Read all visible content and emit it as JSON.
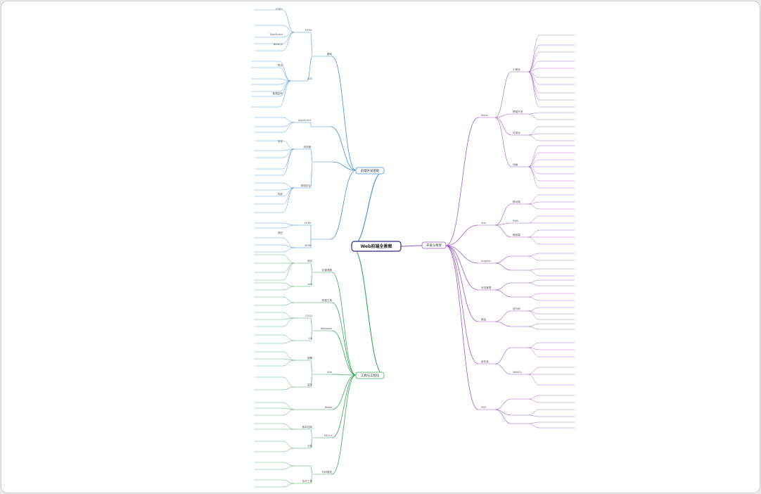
{
  "root": {
    "label": "Web前端全景图",
    "color": "#1a1a66"
  },
  "colors": {
    "blue": "#3d8fd8",
    "purple": "#9b5cc4",
    "green": "#3aa758",
    "root_border": "#2a2a80"
  },
  "branches": {
    "top_left": {
      "label": "前端开发基础"
    },
    "bottom_left": {
      "label": "工具与工程化"
    },
    "right": {
      "label": "开发与框架"
    }
  },
  "nodes": {
    "tl": [
      {
        "label": "基础"
      },
      {
        "label": "HTML"
      },
      {
        "label": "CSS"
      },
      {
        "label": "JavaScript"
      },
      {
        "label": "浏览器"
      },
      {
        "label": "网络协议"
      },
      {
        "label": "DOM"
      },
      {
        "label": "BOM"
      },
      {
        "label": "ES6+"
      },
      {
        "label": "TypeScript"
      },
      {
        "label": "Node.js"
      },
      {
        "label": "算法"
      },
      {
        "label": "数据结构"
      },
      {
        "label": "安全"
      },
      {
        "label": "性能"
      },
      {
        "label": "调试"
      }
    ],
    "bl": [
      {
        "label": "包管理器"
      },
      {
        "label": "构建工具"
      },
      {
        "label": "Webpack"
      },
      {
        "label": "Vite"
      },
      {
        "label": "Babel"
      },
      {
        "label": "ESLint"
      },
      {
        "label": "代码规范"
      },
      {
        "label": "测试"
      },
      {
        "label": "Jest"
      },
      {
        "label": "CI/CD"
      },
      {
        "label": "Git"
      },
      {
        "label": "部署"
      },
      {
        "label": "监控"
      },
      {
        "label": "版本控制"
      },
      {
        "label": "文档"
      },
      {
        "label": "协作工具"
      }
    ],
    "rt": [
      {
        "label": "React"
      },
      {
        "label": "Vue"
      },
      {
        "label": "Angular"
      },
      {
        "label": "状态管理"
      },
      {
        "label": "路由"
      },
      {
        "label": "组件库"
      },
      {
        "label": "SSR"
      },
      {
        "label": "小程序"
      },
      {
        "label": "跨端开发"
      },
      {
        "label": "可视化"
      },
      {
        "label": "动画"
      },
      {
        "label": "移动端"
      },
      {
        "label": "PWA"
      },
      {
        "label": "微前端"
      },
      {
        "label": "低代码"
      },
      {
        "label": "WebGL"
      }
    ]
  }
}
